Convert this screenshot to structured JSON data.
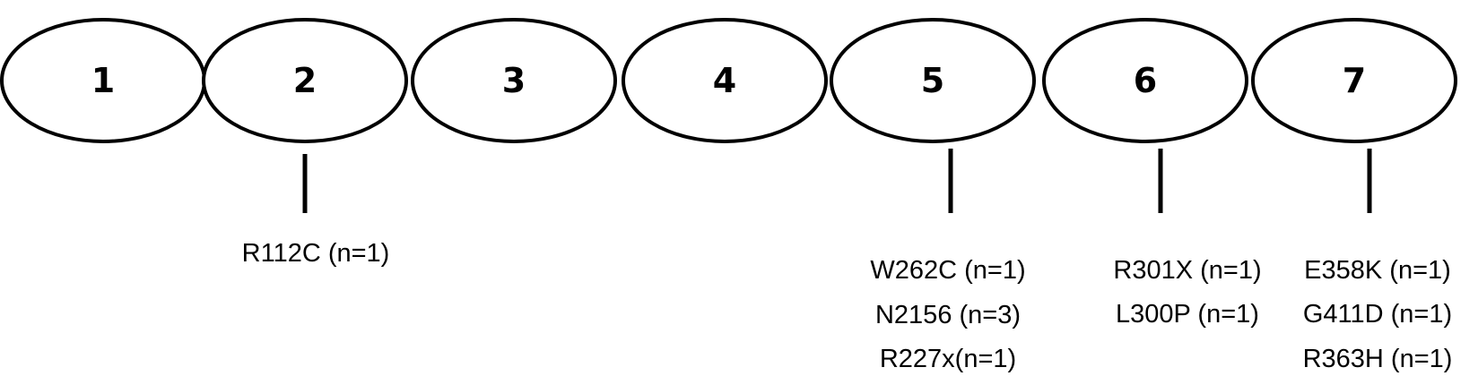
{
  "diagram": {
    "domains": [
      {
        "label": "1"
      },
      {
        "label": "2"
      },
      {
        "label": "3"
      },
      {
        "label": "4"
      },
      {
        "label": "5"
      },
      {
        "label": "6"
      },
      {
        "label": "7"
      }
    ],
    "mutation_groups": [
      {
        "domain": "2",
        "labels": [
          "R112C (n=1)"
        ]
      },
      {
        "domain": "5",
        "labels": [
          "W262C (n=1)",
          "N2156 (n=3)",
          "R227x(n=1)"
        ]
      },
      {
        "domain": "6",
        "labels": [
          "R301X (n=1)",
          "L300P (n=1)"
        ]
      },
      {
        "domain": "7",
        "labels": [
          "E358K (n=1)",
          "G411D (n=1)",
          "R363H (n=1)"
        ]
      }
    ],
    "colors": {
      "stroke": "#000000",
      "fill": "#ffffff",
      "text": "#000000"
    }
  }
}
